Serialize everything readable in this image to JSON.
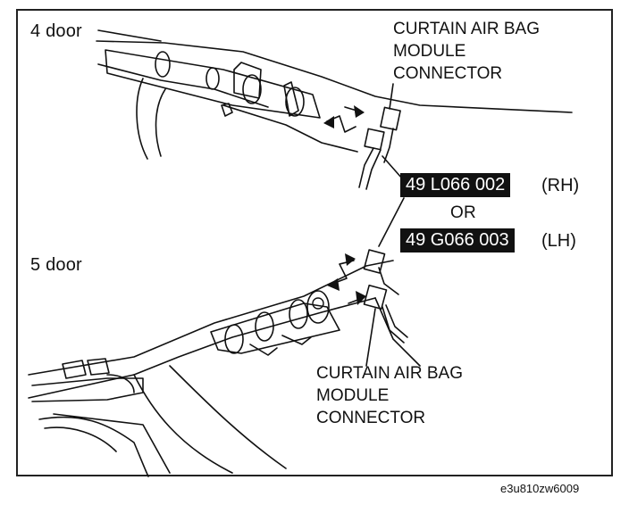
{
  "labels": {
    "door_4": "4 door",
    "door_5": "5 door",
    "top_connector": [
      "CURTAIN AIR BAG",
      "MODULE",
      "CONNECTOR"
    ],
    "bottom_connector": [
      "CURTAIN AIR BAG",
      "MODULE",
      "CONNECTOR"
    ],
    "or": "OR",
    "figure_id": "e3u810zw6009"
  },
  "tools": [
    {
      "part_number": "49 L066 002",
      "side": "(RH)"
    },
    {
      "part_number": "49 G066 003",
      "side": "(LH)"
    }
  ]
}
